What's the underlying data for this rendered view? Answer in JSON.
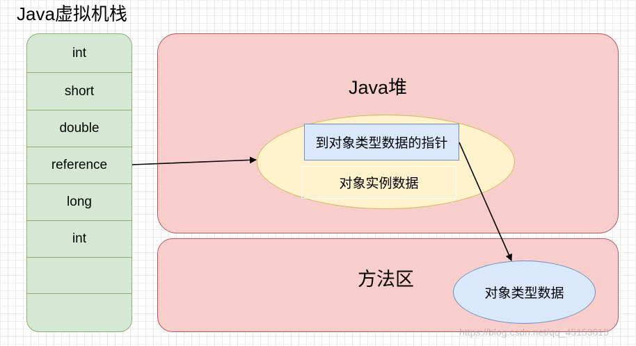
{
  "title": "Java虚拟机栈",
  "stack_slots": [
    "int",
    "short",
    "double",
    "reference",
    "long",
    "int",
    "",
    ""
  ],
  "heap": {
    "label": "Java堆",
    "object": {
      "pointer_label": "到对象类型数据的指针",
      "instance_label": "对象实例数据"
    }
  },
  "method_area": {
    "label": "方法区",
    "type_data_label": "对象类型数据"
  },
  "watermark": "https://blog.csdn.net/qq_45153015",
  "colors": {
    "stack_fill": "#d5e8d4",
    "stack_stroke": "#82b366",
    "region_fill": "#f8cecc",
    "region_stroke": "#b85450",
    "object_fill": "#fff2cc",
    "object_stroke": "#d6b656",
    "type_fill": "#dae8fc",
    "type_stroke": "#6c8ebf"
  }
}
